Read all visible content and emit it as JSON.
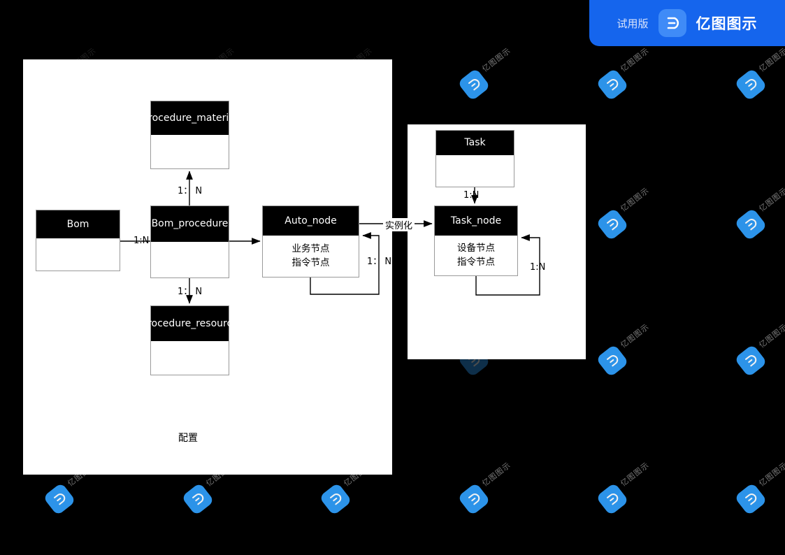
{
  "badge": {
    "trial_label": "试用版",
    "brand_name": "亿图图示",
    "logo_icon": "edraw-logo-icon",
    "background_color": "#1565ED"
  },
  "watermark": {
    "text": "亿图图示",
    "logo_icon": "edraw-watermark-icon",
    "color": "#2f9bf6"
  },
  "canvas": {
    "background_color": "#000000",
    "panel_color": "#ffffff"
  },
  "diagram": {
    "panels": [
      {
        "id": "config",
        "label": "配置"
      },
      {
        "id": "runtime",
        "label": ""
      }
    ],
    "entities": [
      {
        "id": "procedure_material",
        "title": "procedure_material",
        "body": []
      },
      {
        "id": "bom",
        "title": "Bom",
        "body": []
      },
      {
        "id": "bom_procedure",
        "title": "Bom_procedure",
        "body": []
      },
      {
        "id": "procedure_resource",
        "title": "procedure_resource",
        "body": []
      },
      {
        "id": "auto_node",
        "title": "Auto_node",
        "body": [
          "业务节点",
          "指令节点"
        ]
      },
      {
        "id": "task",
        "title": "Task",
        "body": []
      },
      {
        "id": "task_node",
        "title": "Task_node",
        "body": [
          "设备节点",
          "指令节点"
        ]
      }
    ],
    "edges": [
      {
        "from": "bom_procedure",
        "to": "procedure_material",
        "label": "1： N"
      },
      {
        "from": "bom",
        "to": "bom_procedure",
        "label": "1:N"
      },
      {
        "from": "bom_procedure",
        "to": "procedure_resource",
        "label": "1： N"
      },
      {
        "from": "bom_procedure",
        "to": "auto_node",
        "label": ""
      },
      {
        "from": "auto_node",
        "to": "auto_node",
        "label": "1： N"
      },
      {
        "from": "auto_node",
        "to": "task_node",
        "label": "实例化"
      },
      {
        "from": "task",
        "to": "task_node",
        "label": "1:N"
      },
      {
        "from": "task_node",
        "to": "task_node",
        "label": "1:N"
      }
    ]
  }
}
